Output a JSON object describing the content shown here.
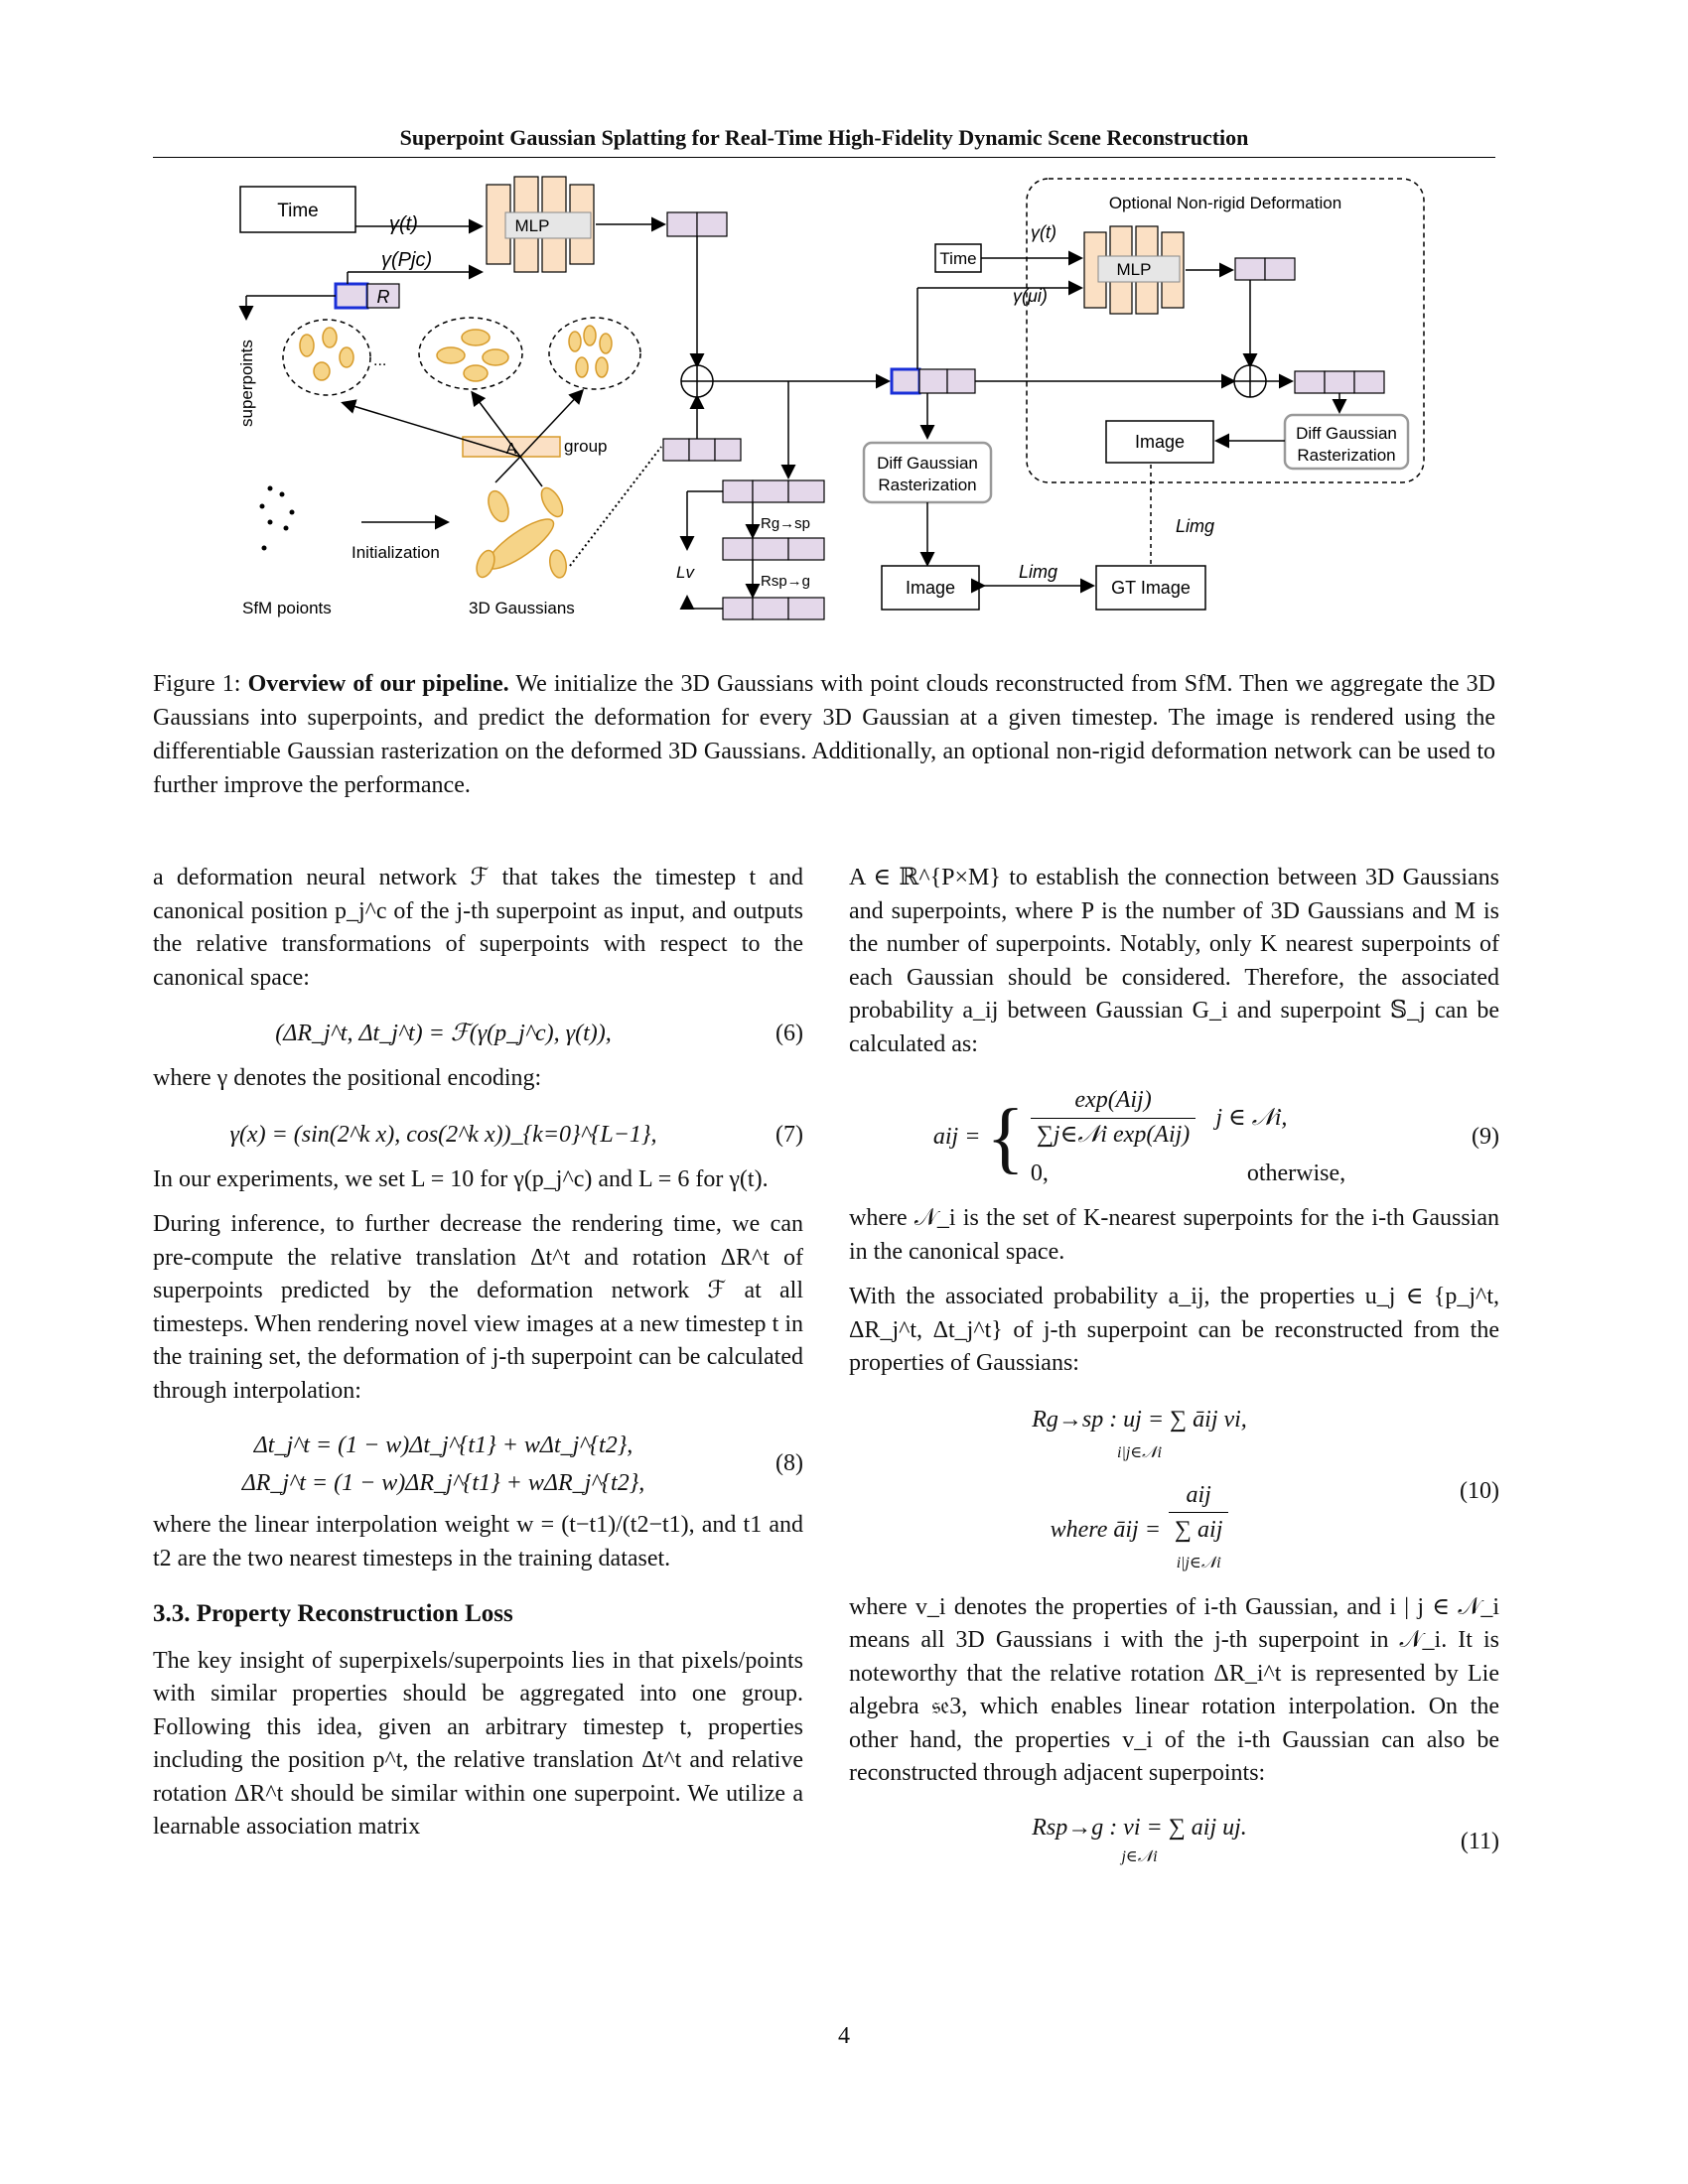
{
  "header": {
    "running_title": "Superpoint Gaussian Splatting for Real-Time High-Fidelity Dynamic Scene Reconstruction"
  },
  "figure": {
    "labels": {
      "time": "Time",
      "mlp": "MLP",
      "gamma_t": "γ(t)",
      "gamma_p": "γ(Pjc)",
      "r": "R",
      "superpoints": "superpoints",
      "ellipsis": "...",
      "a": "A",
      "group": "group",
      "initialization": "Initialization",
      "sfm_points": "SfM poionts",
      "gaussians_3d": "3D Gaussians",
      "optional_nonrigid": "Optional Non-rigid Deformation",
      "diff_raster_1": "Diff Gaussian",
      "diff_raster_2": "Rasterization",
      "image": "Image",
      "gt_image": "GT Image",
      "time2": "Time",
      "mlp2": "MLP",
      "gamma_t2": "γ(t)",
      "gamma_mu": "γ(μi)",
      "l_img": "Limg",
      "l_v": "Lv",
      "r_g_sp": "Rg→sp",
      "r_sp_g": "Rsp→g"
    }
  },
  "caption": {
    "prefix": "Figure 1: ",
    "bold": "Overview of our pipeline.",
    "text": " We initialize the 3D Gaussians with point clouds reconstructed from SfM. Then we aggregate the 3D Gaussians into superpoints, and predict the deformation for every 3D Gaussian at a given timestep. The image is rendered using the differentiable Gaussian rasterization on the deformed 3D Gaussians. Additionally, an optional non-rigid deformation network can be used to further improve the performance."
  },
  "left": {
    "p1": "a deformation neural network ℱ that takes the timestep t and canonical position p_j^c of the j-th superpoint as input, and outputs the relative transformations of superpoints with respect to the canonical space:",
    "eq6": "(ΔR_j^t, Δt_j^t) = ℱ(γ(p_j^c), γ(t)),",
    "eq6_num": "(6)",
    "p2": "where γ denotes the positional encoding:",
    "eq7": "γ(x) = (sin(2^k x), cos(2^k x))_{k=0}^{L−1},",
    "eq7_num": "(7)",
    "p3": "In our experiments, we set L = 10 for γ(p_j^c) and L = 6 for γ(t).",
    "p4": "During inference, to further decrease the rendering time, we can pre-compute the relative translation Δt^t and rotation ΔR^t of superpoints predicted by the deformation network ℱ at all timesteps. When rendering novel view images at a new timestep t in the training set, the deformation of j-th superpoint can be calculated through interpolation:",
    "eq8a": "Δt_j^t = (1 − w)Δt_j^{t1} + wΔt_j^{t2},",
    "eq8b": "ΔR_j^t = (1 − w)ΔR_j^{t1} + wΔR_j^{t2},",
    "eq8_num": "(8)",
    "p5": "where the linear interpolation weight w = (t−t1)/(t2−t1), and t1 and t2 are the two nearest timesteps in the training dataset.",
    "section": "3.3. Property Reconstruction Loss",
    "p6": "The key insight of superpixels/superpoints lies in that pixels/points with similar properties should be aggregated into one group. Following this idea, given an arbitrary timestep t, properties including the position p^t, the relative translation Δt^t and relative rotation ΔR^t should be similar within one superpoint. We utilize a learnable association matrix"
  },
  "right": {
    "p1": "A ∈ ℝ^{P×M} to establish the connection between 3D Gaussians and superpoints, where P is the number of 3D Gaussians and M is the number of superpoints. Notably, only K nearest superpoints of each Gaussian should be considered. Therefore, the associated probability a_ij between Gaussian G_i and superpoint 𝕊_j can be calculated as:",
    "eq9_num": "(9)",
    "eq9_lhs": "aij =",
    "eq9_num_top": "exp(Aij)",
    "eq9_den": "∑j∈𝒩i exp(Aij)",
    "eq9_cond1": "j ∈ 𝒩i,",
    "eq9_zero": "0,",
    "eq9_cond2": "otherwise,",
    "p2": "where 𝒩_i is the set of K-nearest superpoints for the i-th Gaussian in the canonical space.",
    "p3": "With the associated probability a_ij, the properties u_j ∈ {p_j^t, ΔR_j^t, Δt_j^t} of j-th superpoint can be reconstructed from the properties of Gaussians:",
    "eq10a": "Rg→sp : uj = ∑ āij vi,",
    "eq10a_sub": "i|j∈𝒩i",
    "eq10b_lhs": "where āij =",
    "eq10b_num": "aij",
    "eq10b_den": "∑ aij",
    "eq10b_den_sub": "i|j∈𝒩i",
    "eq10_num": "(10)",
    "p4": "where v_i denotes the properties of i-th Gaussian, and i | j ∈ 𝒩_i means all 3D Gaussians i with the j-th superpoint in 𝒩_i. It is noteworthy that the relative rotation ΔR_i^t is represented by Lie algebra 𝔰𝔢3, which enables linear rotation interpolation. On the other hand, the properties v_i of the i-th Gaussian can also be reconstructed through adjacent superpoints:",
    "eq11": "Rsp→g : vi = ∑ aij uj.",
    "eq11_sub": "j∈𝒩i",
    "eq11_num": "(11)"
  },
  "page_number": "4"
}
